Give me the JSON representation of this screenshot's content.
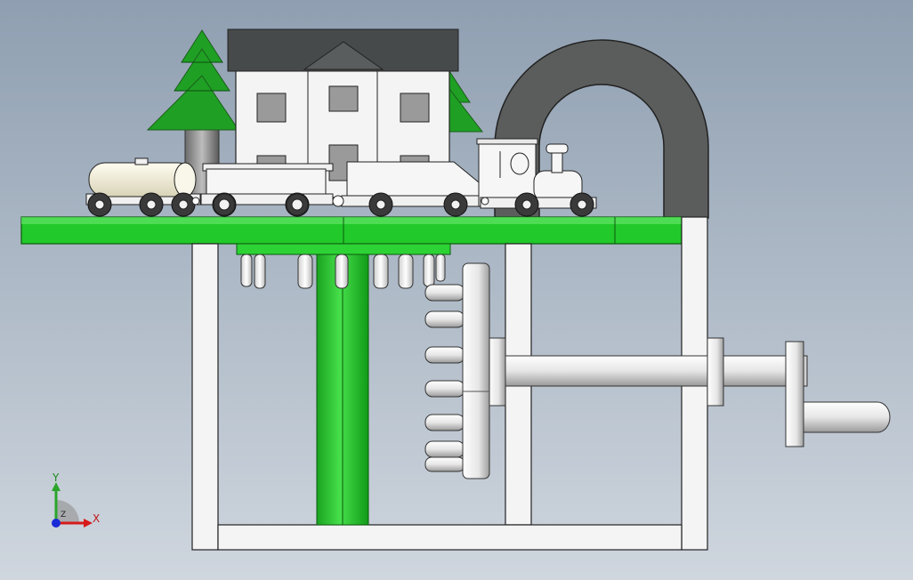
{
  "viewport": {
    "background_top": "#8f9fb1",
    "background_bottom": "#cfd6de"
  },
  "colors": {
    "green": "#22c92a",
    "green_dark": "#119a17",
    "green_light": "#6bea6f",
    "frame_white": "#f4f4f4",
    "outline": "#222222",
    "roof": "#474a4a",
    "arch": "#5a5d5c",
    "window": "#9a9a9a",
    "tank": "#f2efdc",
    "wheel": "#3a3a3a"
  },
  "triad": {
    "y_label": "Y",
    "x_label": "X",
    "z_label": "Z"
  }
}
